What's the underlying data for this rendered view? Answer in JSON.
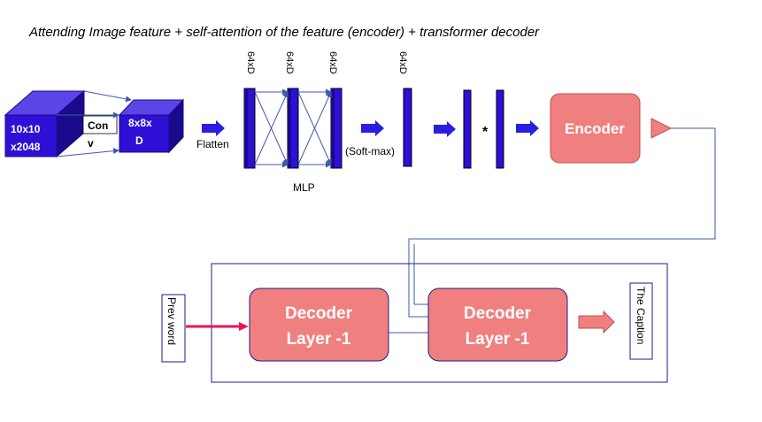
{
  "title": "Attending Image feature + self-attention of the feature (encoder) + transformer decoder",
  "input_block": {
    "line1": "10x10",
    "line2": "x2048"
  },
  "conv_label": {
    "line1": "Con",
    "line2": "v"
  },
  "conv_output_block": {
    "line1": "8x8x",
    "line2": "D"
  },
  "flatten_label": "Flatten",
  "layer_labels": [
    "64xD",
    "64xD",
    "64xD",
    "64xD"
  ],
  "mlp_label": "MLP",
  "softmax_label": "(Soft-max)",
  "multiply_symbol": "*",
  "encoder_label": "Encoder",
  "decoder_1": {
    "line1": "Decoder",
    "line2": "Layer -1"
  },
  "decoder_2": {
    "line1": "Decoder",
    "line2": "Layer -1"
  },
  "prev_word_label": "Prev word",
  "caption_label": "The Caption",
  "colors": {
    "block_blue": "#2e0fd6",
    "block_dark": "#1a0a8c",
    "block_light": "#5a45e6",
    "arrow_blue": "#2a1fe0",
    "line_blue": "#3d5aa8",
    "salmon": "#f08080",
    "salmon_border": "#c0504d",
    "frame_navy": "#1f1a8c",
    "pink_arrow": "#e8145a"
  }
}
